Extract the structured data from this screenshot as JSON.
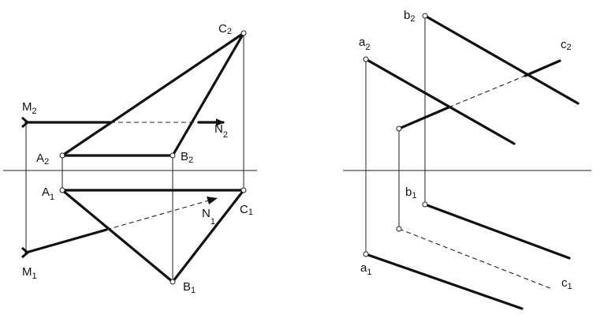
{
  "left": {
    "labels": {
      "M2": {
        "main": "M",
        "sub": "2"
      },
      "M1": {
        "main": "M",
        "sub": "1"
      },
      "N2": {
        "main": "N",
        "sub": "2"
      },
      "N1": {
        "main": "N",
        "sub": "1"
      },
      "A2": {
        "main": "A",
        "sub": "2"
      },
      "A1": {
        "main": "A",
        "sub": "1"
      },
      "B2": {
        "main": "B",
        "sub": "2"
      },
      "B1": {
        "main": "B",
        "sub": "1"
      },
      "C2": {
        "main": "C",
        "sub": "2"
      },
      "C1": {
        "main": "C",
        "sub": "1"
      }
    }
  },
  "right": {
    "labels": {
      "a2": {
        "main": "a",
        "sub": "2"
      },
      "a1": {
        "main": "a",
        "sub": "1"
      },
      "b2": {
        "main": "b",
        "sub": "2"
      },
      "b1": {
        "main": "b",
        "sub": "1"
      },
      "c2": {
        "main": "c",
        "sub": "2"
      },
      "c1": {
        "main": "c",
        "sub": "1"
      }
    }
  }
}
